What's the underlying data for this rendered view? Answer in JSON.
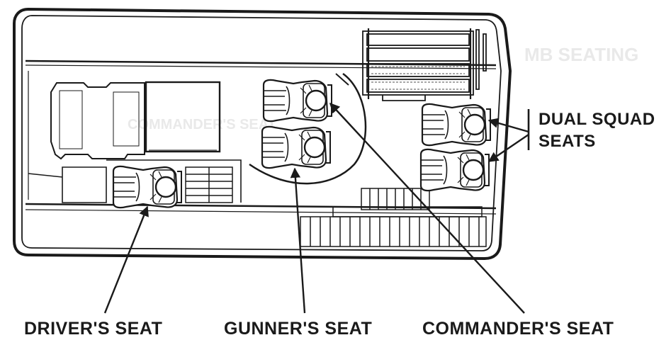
{
  "labels": {
    "drivers_seat": "DRIVER'S SEAT",
    "gunners_seat": "GUNNER'S SEAT",
    "commanders_seat": "COMMANDER'S SEAT",
    "dual_squad_line1": "DUAL SQUAD",
    "dual_squad_line2": "SEATS"
  },
  "bleed_through": {
    "top_right": "MB SEATING",
    "center": "COMMANDER'S SEAT"
  },
  "colors": {
    "ink": "#1a1a1a",
    "paper": "#ffffff",
    "bleed": "#e6e6e6"
  }
}
